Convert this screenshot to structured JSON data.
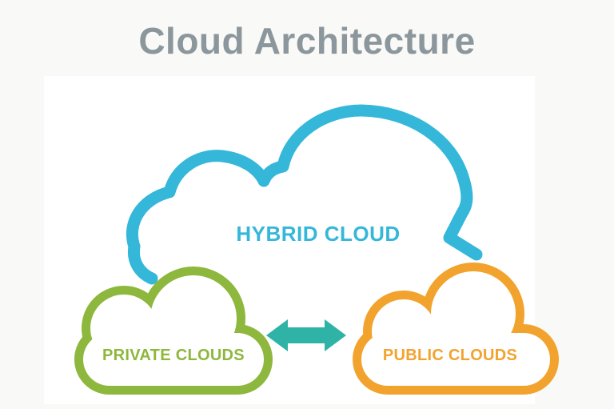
{
  "page": {
    "title": "Cloud Architecture",
    "background_color": "#f9f9f7",
    "canvas_color": "#ffffff",
    "title_color": "#8b979c"
  },
  "diagram": {
    "hybrid_cloud": {
      "label": "HYBRID CLOUD",
      "color": "#35b7d9"
    },
    "private_cloud": {
      "label": "PRIVATE CLOUDS",
      "color": "#8eb73d"
    },
    "public_cloud": {
      "label": "PUBLIC CLOUDS",
      "color": "#f2a32e"
    },
    "arrow": {
      "type": "bidirectional",
      "between": [
        "PRIVATE CLOUDS",
        "PUBLIC CLOUDS"
      ],
      "color": "#2fb3a6"
    }
  }
}
